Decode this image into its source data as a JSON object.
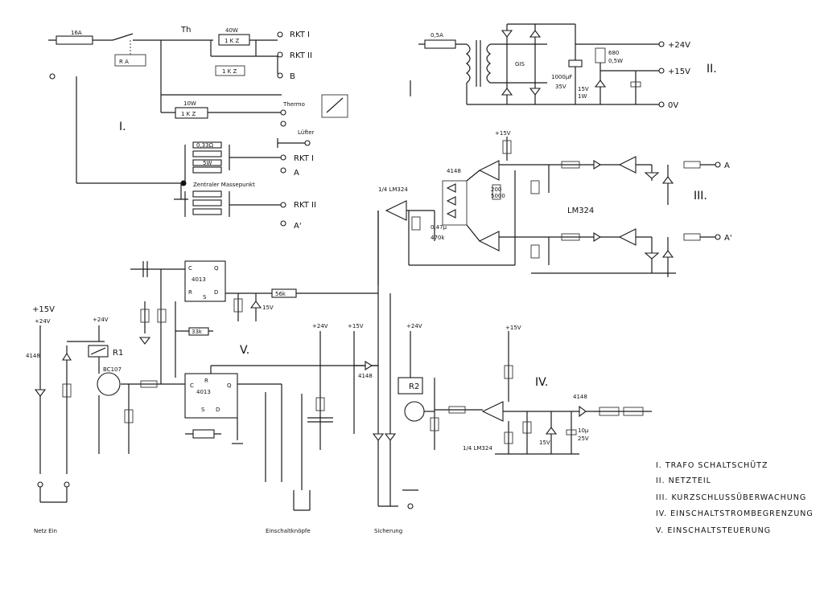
{
  "sections": {
    "s1": "I.",
    "s2": "II.",
    "s3": "III.",
    "s4": "IV.",
    "s5": "V."
  },
  "section1": {
    "fuse": "16A",
    "relay_contact": "R A",
    "thermal": "Th",
    "resistor_main": "1 K Z",
    "resistor_main_rating": "40W",
    "resistor_2": "1 K Z",
    "resistor_3": "1 K Z",
    "resistor_3_rating": "10W",
    "out_rkt1": "RKT I",
    "out_rkt2": "RKT II",
    "out_b": "B",
    "thermo": "Thermo",
    "lufter": "Lüfter",
    "r_small_a": "0,33Ω",
    "r_small_b": "5W",
    "star_point": "Zentraler Massepunkt",
    "rkt1_bottom": "RKT I",
    "rkt1_a": "A",
    "rkt2_bottom": "RKT II",
    "rkt2_a": "A'"
  },
  "section2": {
    "fuse": "0,5A",
    "bridge": "GIS",
    "cap_main": "1000µF",
    "cap_main_v": "35V",
    "zener": "15V",
    "zener_w": "1W",
    "out_24": "+24V",
    "out_15": "+15V",
    "out_0": "0V",
    "r_lim": "680",
    "r_lim_w": "0,5W"
  },
  "section3": {
    "opamp_left": "1/4 LM324",
    "diode_label": "4148",
    "r_pot": "200",
    "r_pot2": "5000",
    "cap": "0,47µ",
    "r_470": "470k",
    "supply": "+15V",
    "lm_label": "LM324",
    "out_a": "A",
    "out_a2": "A'"
  },
  "section4": {
    "supply": "+15V",
    "opamp": "1/4 LM324",
    "zener": "15V",
    "cap": "10µ",
    "cap_v": "25V",
    "diode": "4148"
  },
  "section5": {
    "supply_15v": "+15V",
    "supply_24v": "+24V",
    "diode_4148": "4148",
    "relay": "R1",
    "transistor": "BC107",
    "ic_top": "4013",
    "ic_bottom": "4013",
    "r_56k": "56k",
    "r_33k": "33k",
    "zener_15": "15V",
    "switch_netz": "Netz Ein",
    "switch_ein": "Einschaltknöpfe",
    "switch_sicherung": "Sicherung",
    "relay_r2": "R2"
  },
  "legend": [
    "I. TRAFO SCHALTSCHÜTZ",
    "II. NETZTEIL",
    "III. KURZSCHLUSSÜBERWACHUNG",
    "IV. EINSCHALTSTROMBEGRENZUNG",
    "V. EINSCHALTSTEUERUNG"
  ],
  "colors": {
    "ink": "#1a1a1a",
    "paper": "#ffffff"
  }
}
